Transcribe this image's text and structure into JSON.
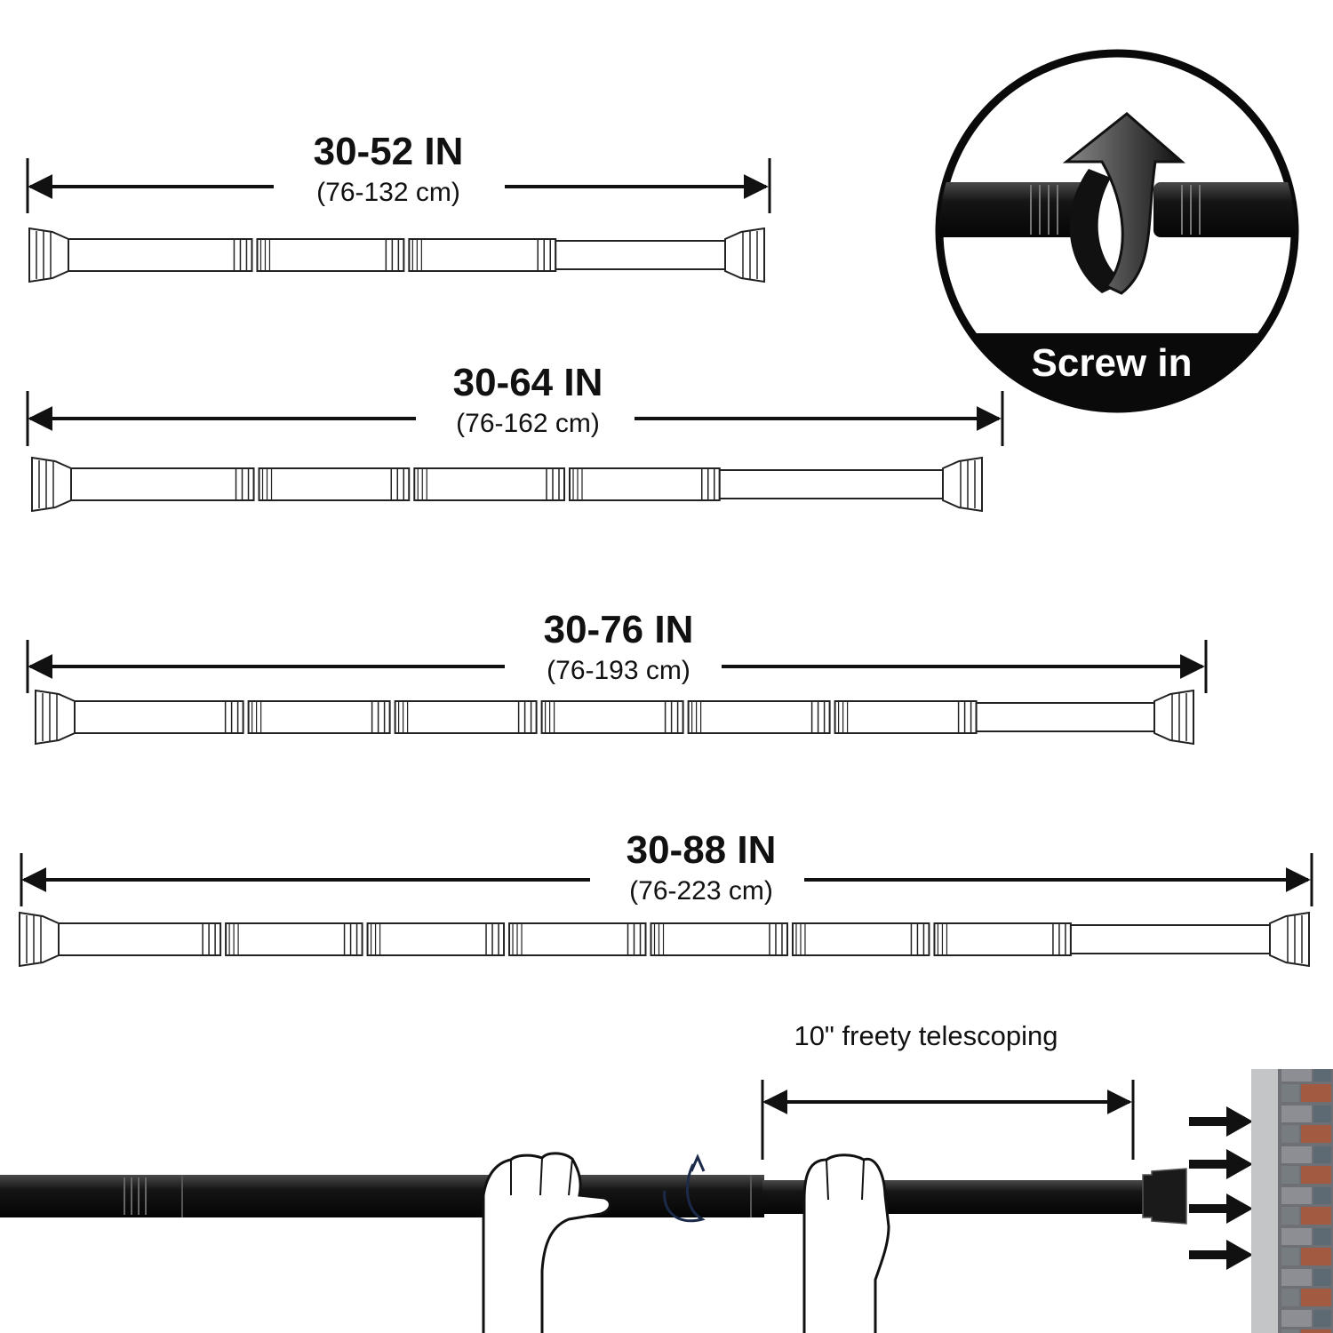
{
  "callout": {
    "label": "Screw in"
  },
  "sizes": [
    {
      "inches": "30-52 IN",
      "cm": "(76-132 cm)",
      "segments": 3
    },
    {
      "inches": "30-64 IN",
      "cm": "(76-162 cm)",
      "segments": 4
    },
    {
      "inches": "30-76 IN",
      "cm": "(76-193 cm)",
      "segments": 6
    },
    {
      "inches": "30-88 IN",
      "cm": "(76-223 cm)",
      "segments": 7
    }
  ],
  "telescoping": {
    "label": "10\" freety telescoping"
  },
  "icons": [
    "double-arrow-icon",
    "rotate-arrow-icon",
    "hand-icon",
    "push-arrow-icon",
    "wall-icon"
  ],
  "colors": {
    "rod": "#1a1a1a",
    "outline": "#222222",
    "background": "#ffffff"
  }
}
